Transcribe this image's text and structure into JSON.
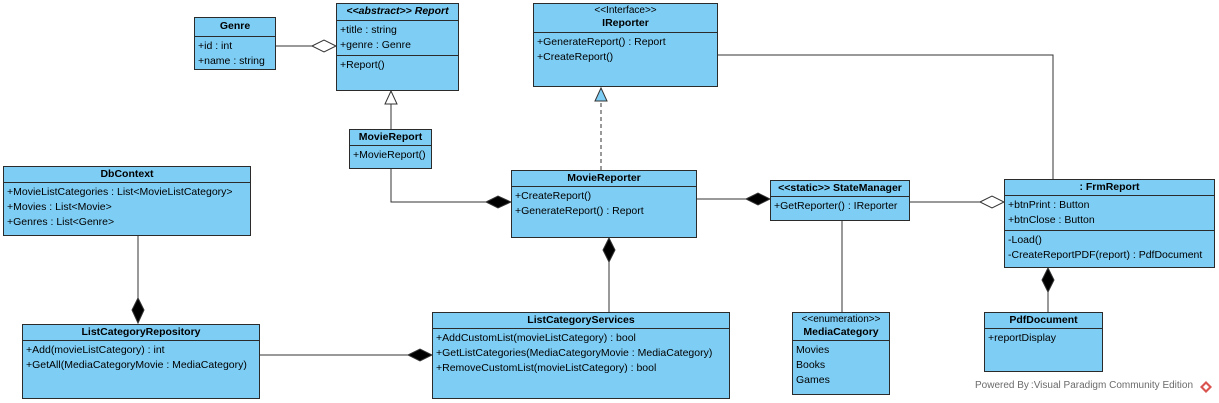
{
  "classes": {
    "genre": {
      "name": "Genre",
      "attributes": [
        "+id : int",
        "+name : string"
      ]
    },
    "report": {
      "stereotype": "<<abstract>>",
      "name": "Report",
      "attributes": [
        "+title : string",
        "+genre : Genre"
      ],
      "operations": [
        "+Report()"
      ]
    },
    "ireporter": {
      "stereotype": "<<Interface>>",
      "name": "IReporter",
      "operations": [
        "+GenerateReport() : Report",
        "+CreateReport()"
      ]
    },
    "moviereport": {
      "name": "MovieReport",
      "operations": [
        "+MovieReport()"
      ]
    },
    "moviereporter": {
      "name": "MovieReporter",
      "operations": [
        "+CreateReport()",
        "+GenerateReport() : Report"
      ]
    },
    "statemanager": {
      "stereotype": "<<static>>",
      "name": "StateManager",
      "operations": [
        "+GetReporter() : IReporter"
      ]
    },
    "frmreport": {
      "name": ": FrmReport",
      "attributes": [
        "+btnPrint : Button",
        "+btnClose : Button"
      ],
      "operations": [
        "-Load()",
        "-CreateReportPDF(report) : PdfDocument"
      ]
    },
    "dbcontext": {
      "name": "DbContext",
      "attributes": [
        "+MovieListCategories : List<MovieListCategory>",
        "+Movies : List<Movie>",
        "+Genres : List<Genre>"
      ]
    },
    "listcategoryrepository": {
      "name": "ListCategoryRepository",
      "operations": [
        "+Add(movieListCategory) : int",
        "+GetAll(MediaCategoryMovie : MediaCategory)"
      ]
    },
    "listcategoryservices": {
      "name": "ListCategoryServices",
      "operations": [
        "+AddCustomList(movieListCategory) : bool",
        "+GetListCategories(MediaCategoryMovie : MediaCategory)",
        "+RemoveCustomList(movieListCategory) : bool"
      ]
    },
    "mediacategory": {
      "stereotype": "<<enumeration>>",
      "name": "MediaCategory",
      "literals": [
        "Movies",
        "Books",
        "Games"
      ]
    },
    "pdfdocument": {
      "name": "PdfDocument",
      "operations": [
        "+reportDisplay"
      ]
    }
  },
  "footer": {
    "watermark": "Powered By :Visual Paradigm Community Edition"
  },
  "colors": {
    "class_fill": "#7ecdf4",
    "border": "#2b2b2b",
    "line": "#333333"
  }
}
